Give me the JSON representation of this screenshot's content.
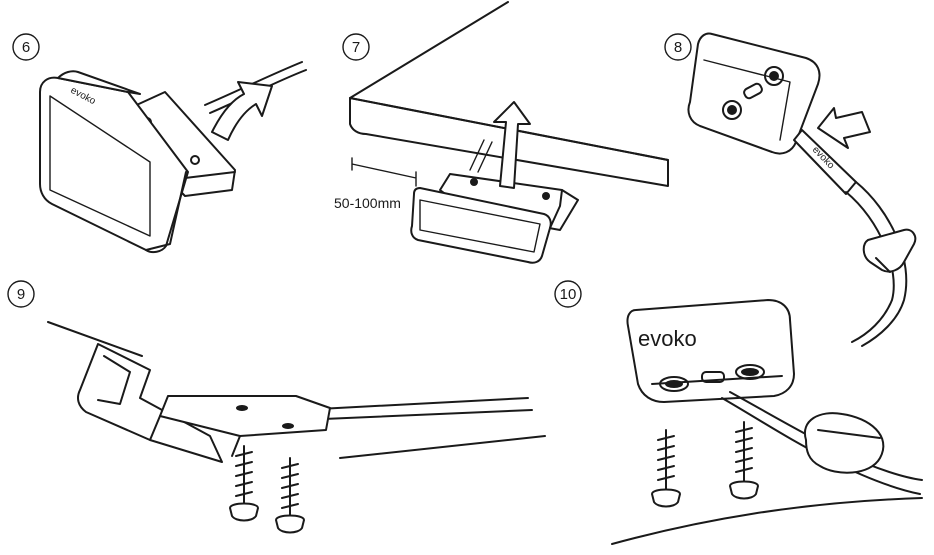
{
  "steps": [
    {
      "number": "6"
    },
    {
      "number": "7",
      "measurement": "50-100mm"
    },
    {
      "number": "8",
      "brand": "evoko"
    },
    {
      "number": "9"
    },
    {
      "number": "10",
      "brand": "evoko"
    }
  ],
  "brand_text": "evoko",
  "colors": {
    "line": "#1a1a1a",
    "background": "#ffffff"
  }
}
